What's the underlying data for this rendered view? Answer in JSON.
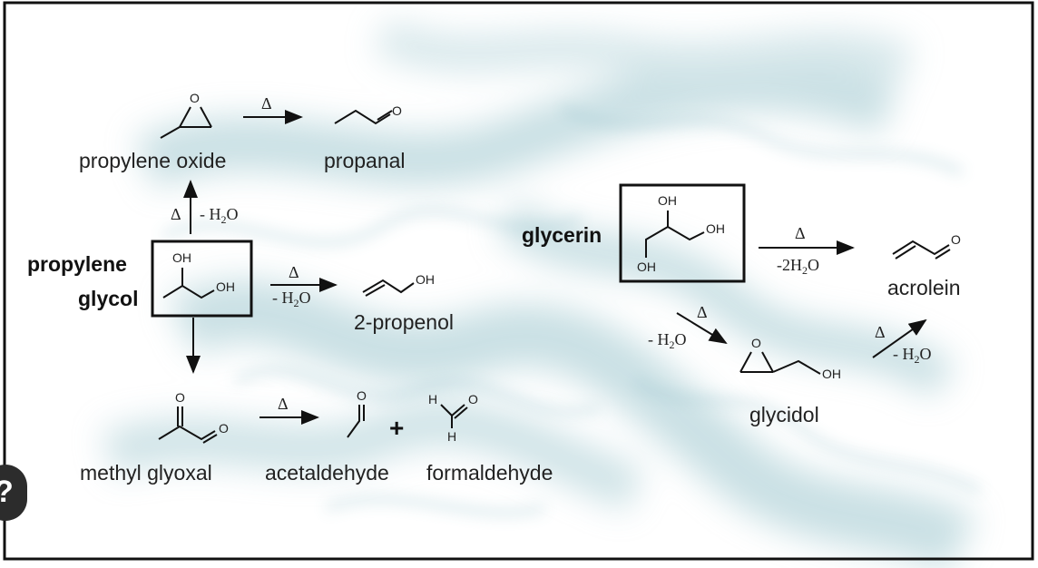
{
  "compounds": {
    "propylene_oxide": "propylene oxide",
    "propanal": "propanal",
    "propylene": "propylene",
    "glycol": "glycol",
    "propenol": "2-propenol",
    "methyl_glyoxal": "methyl glyoxal",
    "acetaldehyde": "acetaldehyde",
    "formaldehyde": "formaldehyde",
    "glycerin": "glycerin",
    "acrolein": "acrolein",
    "glycidol": "glycidol"
  },
  "atoms": {
    "O": "O",
    "OH": "OH",
    "H": "H"
  },
  "conditions": {
    "delta": "Δ",
    "minus_h2o_prefix": "- H",
    "minus_2h2o_prefix": "-2H",
    "sub_2": "2",
    "o": "O"
  },
  "operators": {
    "plus": "+"
  },
  "colors": {
    "smoke": "#9fc7cf",
    "frame": "#111111",
    "text": "#222222"
  }
}
